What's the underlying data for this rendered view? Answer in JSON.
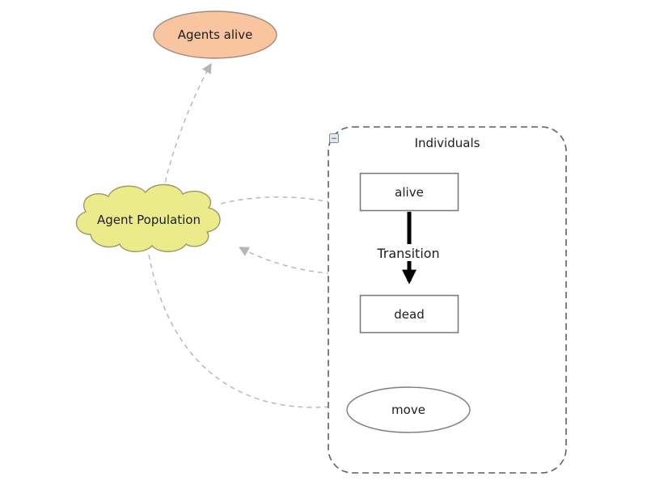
{
  "nodes": {
    "agents_alive": {
      "label": "Agents alive",
      "fill": "#f9c5a0"
    },
    "agent_population": {
      "label": "Agent Population",
      "fill": "#eceb8c"
    },
    "individuals": {
      "label": "Individuals",
      "collapse": "−"
    },
    "alive": {
      "label": "alive"
    },
    "dead": {
      "label": "dead"
    },
    "transition": {
      "label": "Transition"
    },
    "move": {
      "label": "move"
    }
  },
  "colors": {
    "connector": "#b5b5b5",
    "container_border": "#5f5f5f",
    "node_border": "#7d7d7d",
    "transition_arrow": "#000000"
  }
}
